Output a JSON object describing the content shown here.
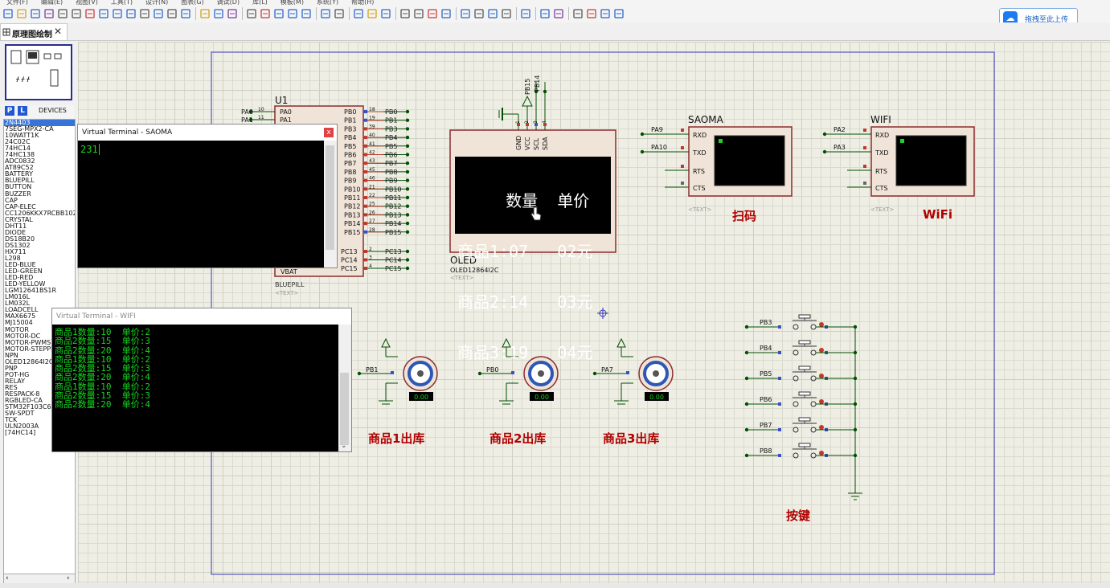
{
  "menubar": [
    "文件(F)",
    "编辑(E)",
    "视图(V)",
    "工具(T)",
    "设计(N)",
    "图表(G)",
    "调试(D)",
    "库(L)",
    "模板(M)",
    "系统(Y)",
    "帮助(H)"
  ],
  "upload_button": "拖拽至此上传",
  "tab": {
    "label": "原理图绘制",
    "close": "✕"
  },
  "devices": {
    "p_label": "P",
    "l_label": "L",
    "header": "DEVICES",
    "items": [
      "2N4403",
      "7SEG-MPX2-CA",
      "10WATT1K",
      "24C02C",
      "74HC14",
      "74HC138",
      "ADC0832",
      "AT89C52",
      "BATTERY",
      "BLUEPILL",
      "BUTTON",
      "BUZZER",
      "CAP",
      "CAP-ELEC",
      "CC1206KKX7RCBB102",
      "CRYSTAL",
      "DHT11",
      "DIODE",
      "DS18B20",
      "DS1302",
      "HX711",
      "L298",
      "LED-BLUE",
      "LED-GREEN",
      "LED-RED",
      "LED-YELLOW",
      "LGM12641BS1R",
      "LM016L",
      "LM032L",
      "LOADCELL",
      "MAX6675",
      "MJ15004",
      "MOTOR",
      "MOTOR-DC",
      "MOTOR-PWMS",
      "MOTOR-STEPPER",
      "NPN",
      "OLED12864I2C",
      "PNP",
      "POT-HG",
      "RELAY",
      "RES",
      "RESPACK-8",
      "RGBLED-CA",
      "STM32F103C6",
      "SW-SPDT",
      "TCK",
      "ULN2003A",
      "[74HC14]"
    ],
    "selected": 0
  },
  "mcu": {
    "ref": "U1",
    "type": "BLUEPILL",
    "text": "<TEXT>",
    "left_pins": [
      {
        "net": "PA0",
        "num": "10",
        "name": "PA0"
      },
      {
        "net": "PA1",
        "num": "11",
        "name": "PA1"
      }
    ],
    "right_pins": [
      {
        "name": "PB0",
        "num": "18",
        "net": "PB0"
      },
      {
        "name": "PB1",
        "num": "19",
        "net": "PB1"
      },
      {
        "name": "PB3",
        "num": "39",
        "net": "PB3"
      },
      {
        "name": "PB4",
        "num": "40",
        "net": "PB4"
      },
      {
        "name": "PB5",
        "num": "41",
        "net": "PB5"
      },
      {
        "name": "PB6",
        "num": "42",
        "net": "PB6"
      },
      {
        "name": "PB7",
        "num": "43",
        "net": "PB7"
      },
      {
        "name": "PB8",
        "num": "45",
        "net": "PB8"
      },
      {
        "name": "PB9",
        "num": "46",
        "net": "PB9"
      },
      {
        "name": "PB10",
        "num": "21",
        "net": "PB10"
      },
      {
        "name": "PB11",
        "num": "22",
        "net": "PB11"
      },
      {
        "name": "PB12",
        "num": "25",
        "net": "PB12"
      },
      {
        "name": "PB13",
        "num": "26",
        "net": "PB13"
      },
      {
        "name": "PB14",
        "num": "27",
        "net": "PB14"
      },
      {
        "name": "PB15",
        "num": "28",
        "net": "PB15"
      }
    ],
    "right_pins2": [
      {
        "name": "PC13",
        "num": "2",
        "net": "PC13"
      },
      {
        "name": "PC14",
        "num": "3",
        "net": "PC14"
      },
      {
        "name": "PC15",
        "num": "4",
        "net": "PC15"
      }
    ],
    "vbat": "VBAT"
  },
  "oled": {
    "ref": "OLED",
    "type": "OLED12864I2C",
    "text": "<TEXT>",
    "pins": [
      "GND",
      "VCC",
      "SCL",
      "SDA"
    ],
    "pin_nums": [
      "1",
      "2",
      "3",
      "4"
    ],
    "nets": [
      "PB15",
      "PB14"
    ],
    "lines": [
      "     数量  单价",
      "商品1:07   02元",
      "商品2:14   03元",
      "商品3:19   04元"
    ]
  },
  "saoma": {
    "ref": "SAOMA",
    "text": "<TEXT>",
    "pins": [
      "RXD",
      "TXD",
      "RTS",
      "CTS"
    ],
    "nets": [
      "PA9",
      "PA10"
    ],
    "caption": "扫码"
  },
  "wifi": {
    "ref": "WIFI",
    "text": "<TEXT>",
    "pins": [
      "RXD",
      "TXD",
      "RTS",
      "CTS"
    ],
    "nets": [
      "PA2",
      "PA3"
    ],
    "caption": "WiFi"
  },
  "terminal_saoma": {
    "title": "Virtual Terminal - SAOMA",
    "close": "x",
    "content": "231"
  },
  "terminal_wifi": {
    "title": "Virtual Terminal - WIFI",
    "lines": [
      "商品1数量:10  单价:2",
      "商品2数量:15  单价:3",
      "商品2数量:20  单价:4",
      "商品1数量:10  单价:2",
      "商品2数量:15  单价:3",
      "商品2数量:20  单价:4",
      "商品1数量:10  单价:2",
      "商品2数量:15  单价:3",
      "商品2数量:20  单价:4"
    ]
  },
  "motors": [
    {
      "net": "PB1",
      "reading": "0.00",
      "caption": "商品1出库"
    },
    {
      "net": "PB0",
      "reading": "0.00",
      "caption": "商品2出库"
    },
    {
      "net": "PA7",
      "reading": "0.00",
      "caption": "商品3出库"
    }
  ],
  "buttons": {
    "nets": [
      "PB3",
      "PB4",
      "PB5",
      "PB6",
      "PB7",
      "PB8"
    ],
    "caption": "按键"
  },
  "colors": {
    "component_fill": "#f0e4d8",
    "component_border": "#8b2d2d",
    "wire": "#005000",
    "caption": "#b00000",
    "terminal_text": "#14d81e"
  }
}
